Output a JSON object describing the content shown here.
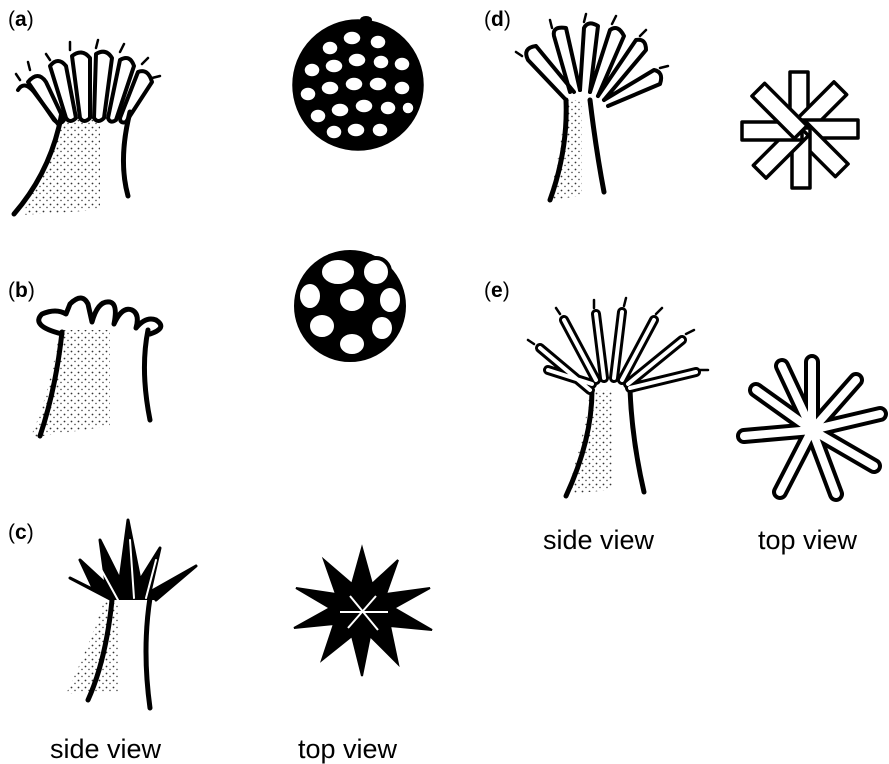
{
  "panels": [
    {
      "id": "a",
      "label": "a"
    },
    {
      "id": "b",
      "label": "b"
    },
    {
      "id": "c",
      "label": "c"
    },
    {
      "id": "d",
      "label": "d"
    },
    {
      "id": "e",
      "label": "e"
    }
  ],
  "captions": {
    "left_side": "side view",
    "left_top": "top view",
    "right_side": "side view",
    "right_top": "top view"
  },
  "ink_color": "#000000"
}
